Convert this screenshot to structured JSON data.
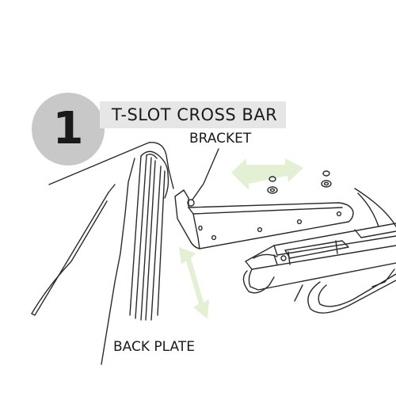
{
  "step": {
    "number": "1",
    "title": "T-SLOT CROSS BAR"
  },
  "labels": {
    "bracket": "BRACKET",
    "back_plate": "BACK PLATE"
  },
  "colors": {
    "step_circle": "#c8c8c8",
    "title_bar": "#e6e6e6",
    "arrow_fill": "#e3f0d4",
    "line": "#2a2a2a"
  }
}
